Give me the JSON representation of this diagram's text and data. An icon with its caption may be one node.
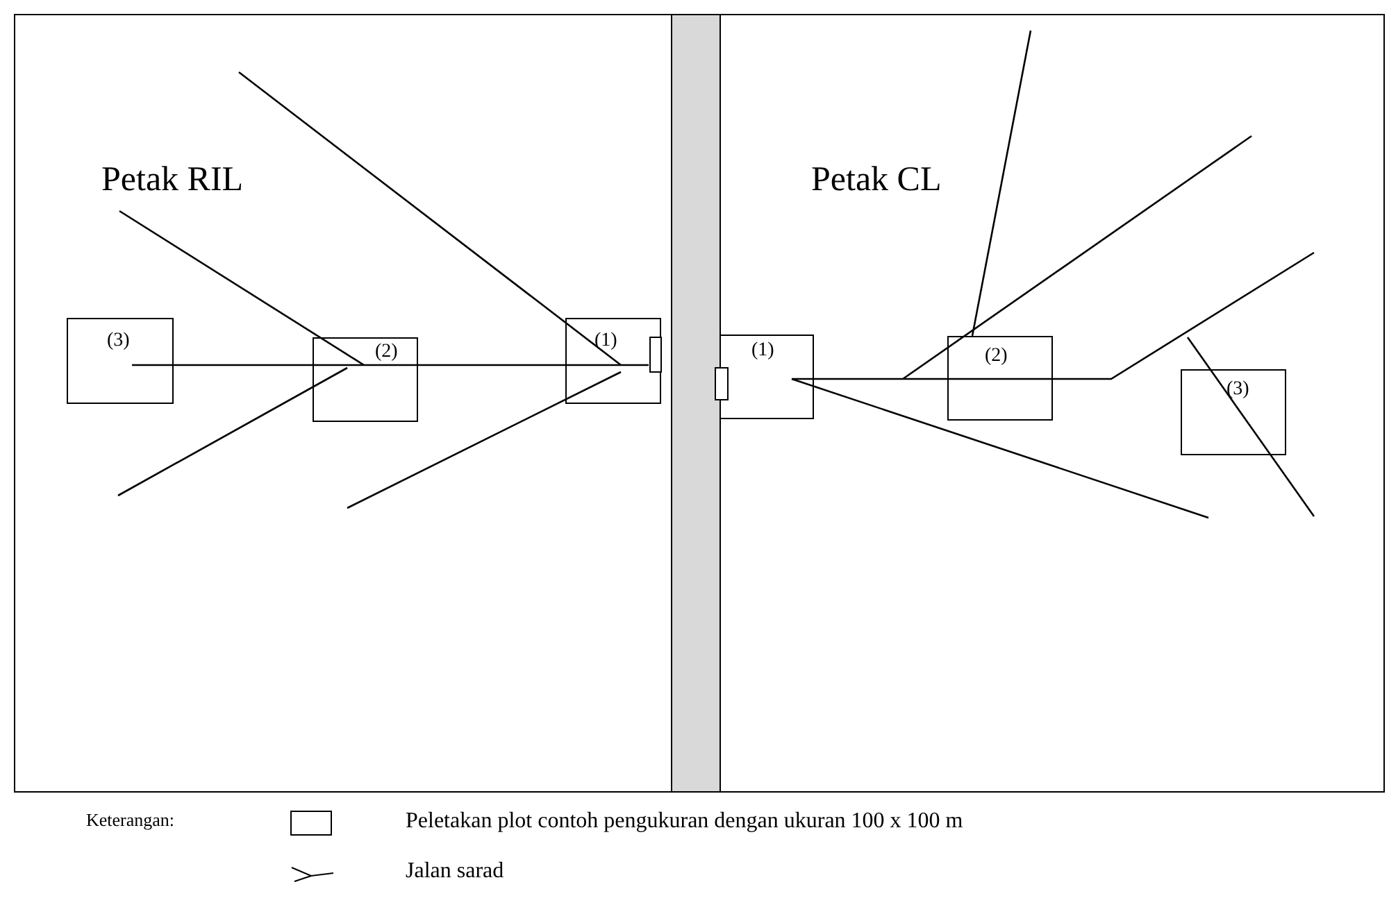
{
  "diagram": {
    "nodes": [
      {
        "text": [
          "Petak RIL"
        ]
      },
      {
        "text": [
          "Petak CL"
        ]
      },
      {
        "text": [
          "(3)"
        ],
        "in": 0
      },
      {
        "text": [
          "(2)"
        ],
        "in": 0
      },
      {
        "text": [
          "(1)"
        ],
        "in": 0
      },
      {
        "text": [
          "(1)"
        ],
        "in": 1
      },
      {
        "text": [
          "(2)"
        ],
        "in": 1
      },
      {
        "text": [
          "(3)"
        ],
        "in": 1
      }
    ],
    "edges": [],
    "labels": [
      "Keterangan:"
    ],
    "legend": [
      {
        "text": "Peletakan plot contoh pengukuran dengan ukuran 100 x 100 m"
      },
      {
        "text": "Jalan sarad"
      }
    ]
  }
}
